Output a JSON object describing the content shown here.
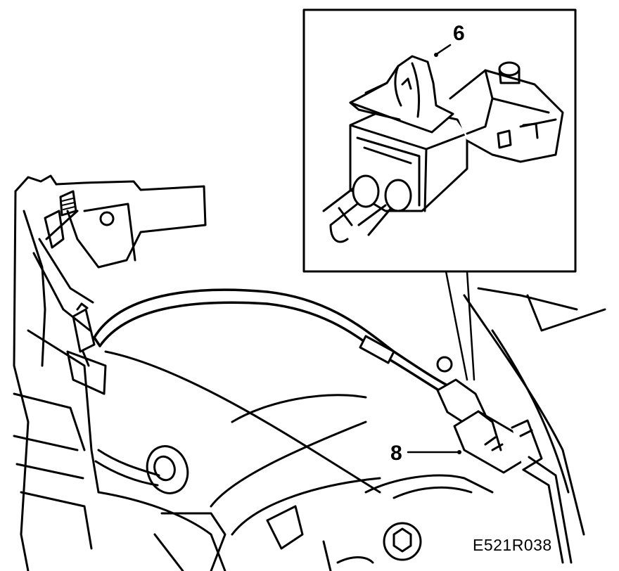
{
  "diagram": {
    "callouts": [
      {
        "id": "6",
        "label": "6"
      },
      {
        "id": "8",
        "label": "8"
      }
    ],
    "reference_code": "E521R038"
  }
}
